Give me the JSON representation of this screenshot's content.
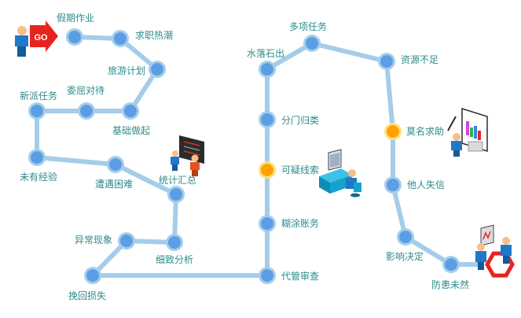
{
  "diagram": {
    "title": "",
    "colors": {
      "path": "#a4cdeb",
      "node_fill": "#5b9ee3",
      "node_ring": "#a4cdeb",
      "highlight_fill": "#ffa200",
      "highlight_ring": "#ffe082",
      "label": "#2e8b8b",
      "go_arrow": "#e8231f"
    },
    "start_badge": {
      "label": "GO",
      "icon": "go-person-icon"
    },
    "nodes": [
      {
        "id": "n1",
        "label": "假期作业",
        "status": "normal"
      },
      {
        "id": "n2",
        "label": "求职热潮",
        "status": "normal"
      },
      {
        "id": "n3",
        "label": "旅游计划",
        "status": "normal"
      },
      {
        "id": "n4",
        "label": "基础做起",
        "status": "normal"
      },
      {
        "id": "n5",
        "label": "委屈对待",
        "status": "normal"
      },
      {
        "id": "n6",
        "label": "新派任务",
        "status": "normal"
      },
      {
        "id": "n7",
        "label": "未有经验",
        "status": "normal"
      },
      {
        "id": "n8",
        "label": "遭遇困难",
        "status": "normal"
      },
      {
        "id": "n9",
        "label": "统计汇总",
        "status": "normal"
      },
      {
        "id": "n10",
        "label": "细致分析",
        "status": "normal"
      },
      {
        "id": "n11",
        "label": "异常现象",
        "status": "normal"
      },
      {
        "id": "n12",
        "label": "挽回损失",
        "status": "normal"
      },
      {
        "id": "n13",
        "label": "代管审查",
        "status": "normal"
      },
      {
        "id": "n14",
        "label": "糊涂账务",
        "status": "normal"
      },
      {
        "id": "n15",
        "label": "可疑线索",
        "status": "highlight"
      },
      {
        "id": "n16",
        "label": "分门归类",
        "status": "normal"
      },
      {
        "id": "n17",
        "label": "水落石出",
        "status": "normal"
      },
      {
        "id": "n18",
        "label": "多项任务",
        "status": "normal"
      },
      {
        "id": "n19",
        "label": "资源不足",
        "status": "normal"
      },
      {
        "id": "n20",
        "label": "莫名求助",
        "status": "highlight"
      },
      {
        "id": "n21",
        "label": "他人失信",
        "status": "normal"
      },
      {
        "id": "n22",
        "label": "影响决定",
        "status": "normal"
      },
      {
        "id": "n23",
        "label": "防患未然",
        "status": "normal"
      }
    ],
    "illustrations": [
      {
        "near": "n9",
        "icon": "blackboard-meeting-icon"
      },
      {
        "near": "n15",
        "icon": "computer-worker-icon"
      },
      {
        "near": "n20",
        "icon": "chart-presentation-icon"
      },
      {
        "near": "n23",
        "icon": "team-network-icon"
      }
    ]
  }
}
